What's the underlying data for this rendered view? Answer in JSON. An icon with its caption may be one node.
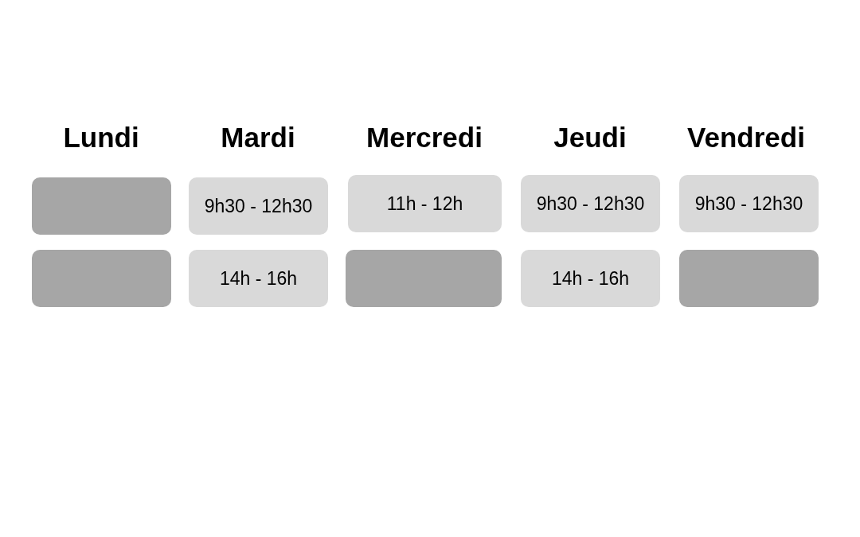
{
  "diagram": {
    "nodes": [
      {
        "text": [],
        "shape": "box"
      },
      {
        "text": [
          "9h30 - 12h30"
        ]
      },
      {
        "text": [
          "11h - 12h"
        ]
      },
      {
        "text": [
          "9h30 - 12h30"
        ]
      },
      {
        "text": [
          "9h30 - 12h30"
        ]
      },
      {
        "text": [],
        "shape": "box"
      },
      {
        "text": [
          "14h - 16h"
        ]
      },
      {
        "text": [],
        "shape": "box"
      },
      {
        "text": [
          "14h - 16h"
        ]
      },
      {
        "text": [],
        "shape": "box"
      }
    ],
    "labels": [
      "Lundi",
      "Mardi",
      "Mercredi",
      "Jeudi",
      "Vendredi"
    ]
  }
}
